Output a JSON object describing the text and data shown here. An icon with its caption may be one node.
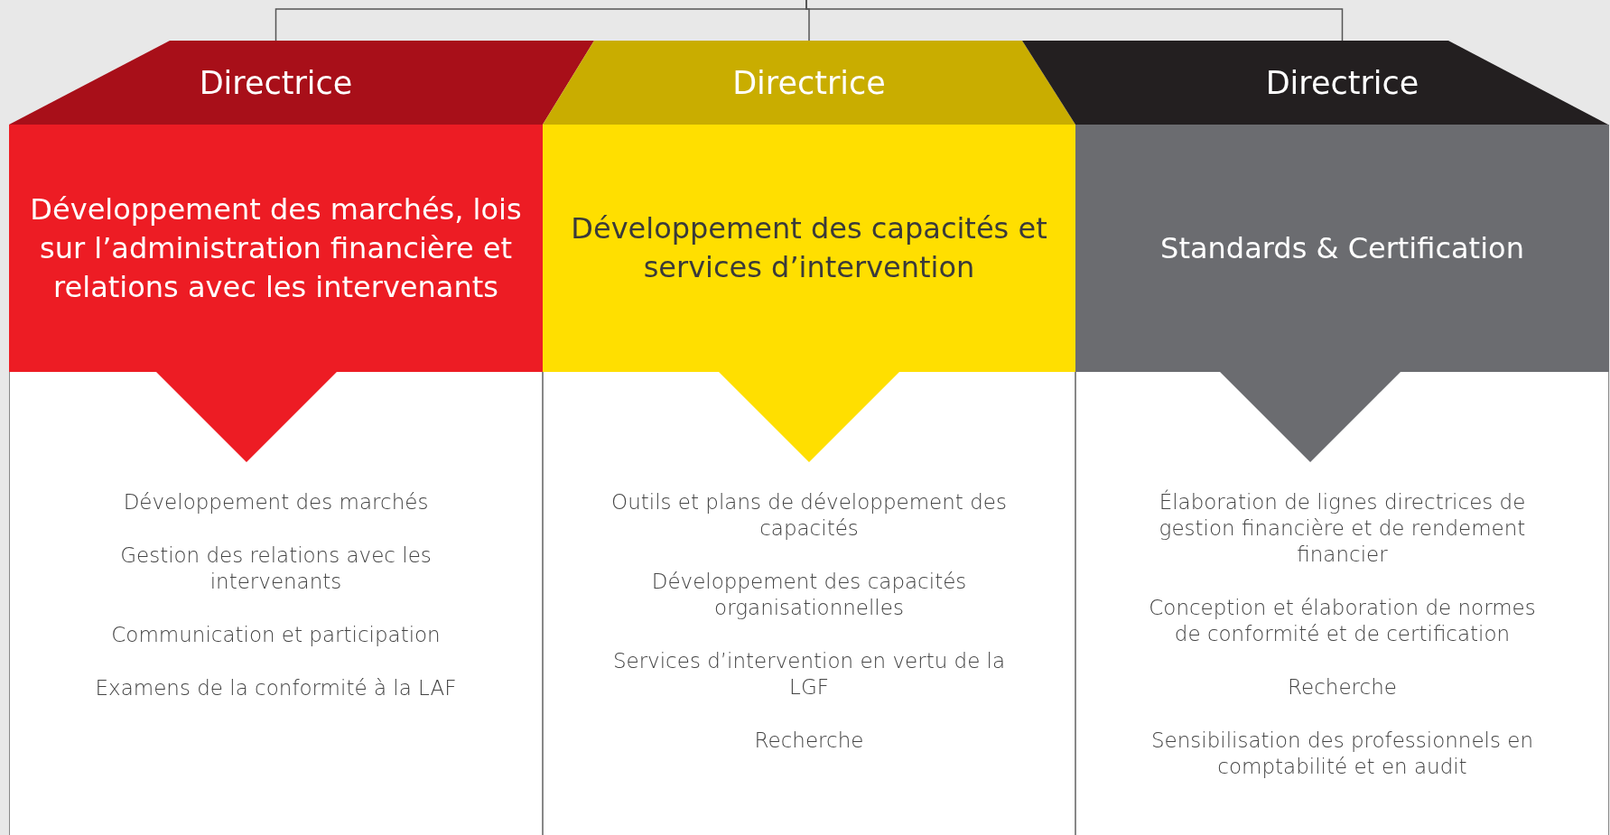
{
  "diagram": {
    "nodes": [
      {
        "text": [
          "Directrice"
        ]
      },
      {
        "text": [
          "Développement des marchés, lois sur l’administration financière et relations avec les intervenants"
        ]
      },
      {
        "text": [
          "Développement des marchés",
          "Gestion des relations avec les intervenants",
          "Communication et participation",
          "Examens de la conformité à la LAF"
        ]
      },
      {
        "text": [
          "Directrice"
        ]
      },
      {
        "text": [
          "Développement des capacités et services d’intervention"
        ]
      },
      {
        "text": [
          "Outils et plans de développement des capacités",
          "Développement des capacités organisationnelles",
          "Services d’intervention en vertu de la LGF",
          "Recherche"
        ]
      },
      {
        "text": [
          "Directrice"
        ]
      },
      {
        "text": [
          "Standards & Certification"
        ]
      },
      {
        "text": [
          "Élaboration de lignes directrices de gestion financière et de rendement financier",
          "Conception et élaboration de normes de conformité et de certification",
          "Recherche",
          "Sensibilisation des professionnels en comptabilité et en audit"
        ]
      }
    ],
    "edges": [
      {
        "from": null,
        "to": 0,
        "arrow": "none"
      },
      {
        "from": null,
        "to": 3,
        "arrow": "none"
      },
      {
        "from": null,
        "to": 6,
        "arrow": "none"
      }
    ]
  }
}
